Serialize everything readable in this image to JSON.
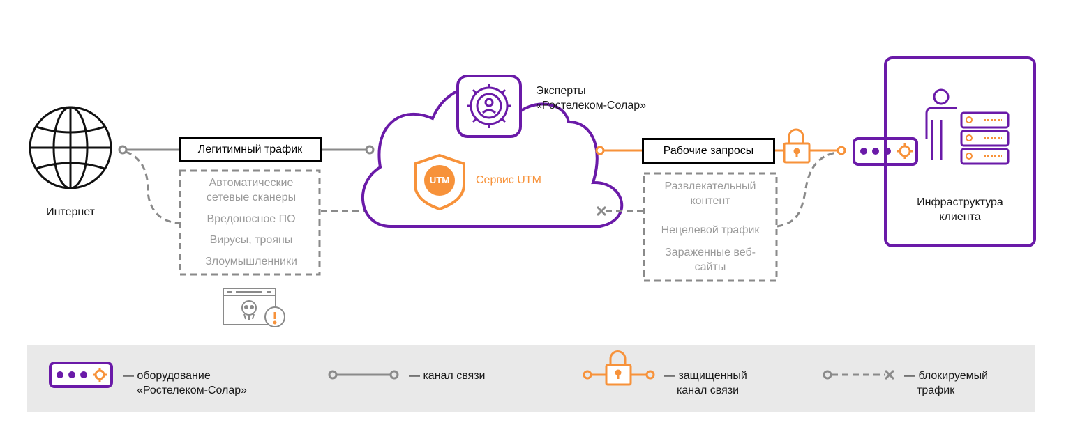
{
  "internet": {
    "label": "Интернет"
  },
  "legit": {
    "label": "Легитимный трафик"
  },
  "threats": [
    "Автоматические сетевые сканеры",
    "Вредоносное ПО",
    "Вирусы, трояны",
    "Злоумышленники"
  ],
  "experts": {
    "line1": "Эксперты",
    "line2": "«Ростелеком-Солар»"
  },
  "utm": {
    "badge": "UTM",
    "label": "Сервис UTM"
  },
  "work": {
    "label": "Рабочие запросы"
  },
  "blocked": [
    "Развлекательный контент",
    "Нецелевой трафик",
    "Зараженные веб-сайты"
  ],
  "client": {
    "line1": "Инфраструктура",
    "line2": "клиента"
  },
  "legend": {
    "equipment": {
      "line1": "— оборудование",
      "line2": "«Ростелеком-Солар»"
    },
    "channel": "— канал связи",
    "secure": {
      "line1": "— защищенный",
      "line2": "канал связи"
    },
    "blocked": {
      "line1": "— блокируемый",
      "line2": "трафик"
    }
  },
  "colors": {
    "purple": "#6a1aa8",
    "orange": "#f7923a",
    "grey": "#9a9a9a",
    "legend_bg": "#e9e9e9"
  },
  "icons": [
    "globe-icon",
    "gear-person-icon",
    "shield-icon",
    "lock-icon",
    "equipment-icon",
    "server-icon",
    "person-icon",
    "malware-window-icon"
  ]
}
